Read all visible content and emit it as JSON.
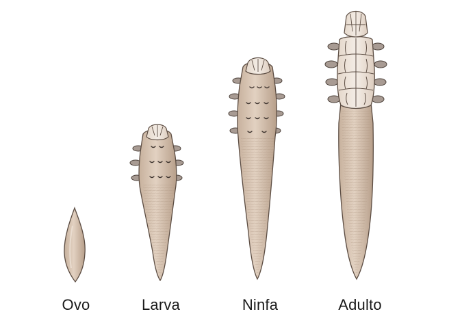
{
  "stages": [
    {
      "key": "egg",
      "label": "Ovo"
    },
    {
      "key": "larva",
      "label": "Larva"
    },
    {
      "key": "nymph",
      "label": "Ninfa"
    },
    {
      "key": "adult",
      "label": "Adulto"
    }
  ],
  "colors": {
    "body_fill": "#dcc9b8",
    "body_shadow": "#bda58f",
    "cephalothorax_fill": "#eee4da",
    "outline": "#5b4c42",
    "leg_fill": "#a89b93",
    "text": "#1a1a1a"
  }
}
